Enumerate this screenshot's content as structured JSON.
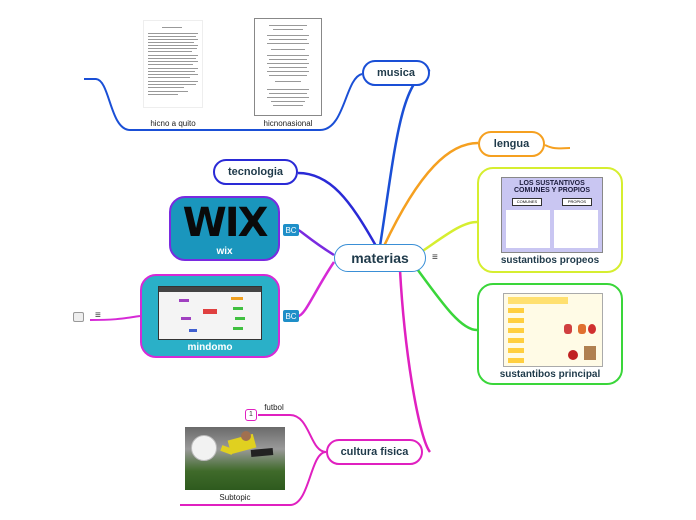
{
  "central": {
    "label": "materias"
  },
  "topics": {
    "musica": "musica",
    "lengua": "lengua",
    "tecnologia": "tecnologia",
    "wix": "wix",
    "mindomo": "mindomo",
    "cultura_fisica": "cultura fisica",
    "sustantibos_propeos": "sustantibos propeos",
    "sustantibos_principal": "sustantibos principal"
  },
  "subtopics": {
    "hicno_a_quito": "hicno a quito",
    "hicnonasional": "hicnonasional",
    "futbol": "futbol",
    "subtopic": "Subtopic"
  },
  "badges": {
    "bc": "BC",
    "notes": "≡",
    "num": "1"
  },
  "wix_logo": "WIX",
  "sust_propios_image": {
    "title_line1": "LOS SUSTANTIVOS",
    "title_line2": "COMUNES Y PROPIOS",
    "left_tag": "COMUNES",
    "right_tag": "PROPIOS"
  },
  "colors": {
    "musica": "#1a4fd6",
    "lengua": "#f5a020",
    "tecnologia": "#2a2ad6",
    "wix": "#7a2ae0",
    "mindomo": "#d62ad6",
    "cultura_fisica": "#e020c0",
    "sust_propeos": "#d6ee30",
    "sust_principal": "#3ad63a",
    "central": "#3a8fd6"
  }
}
